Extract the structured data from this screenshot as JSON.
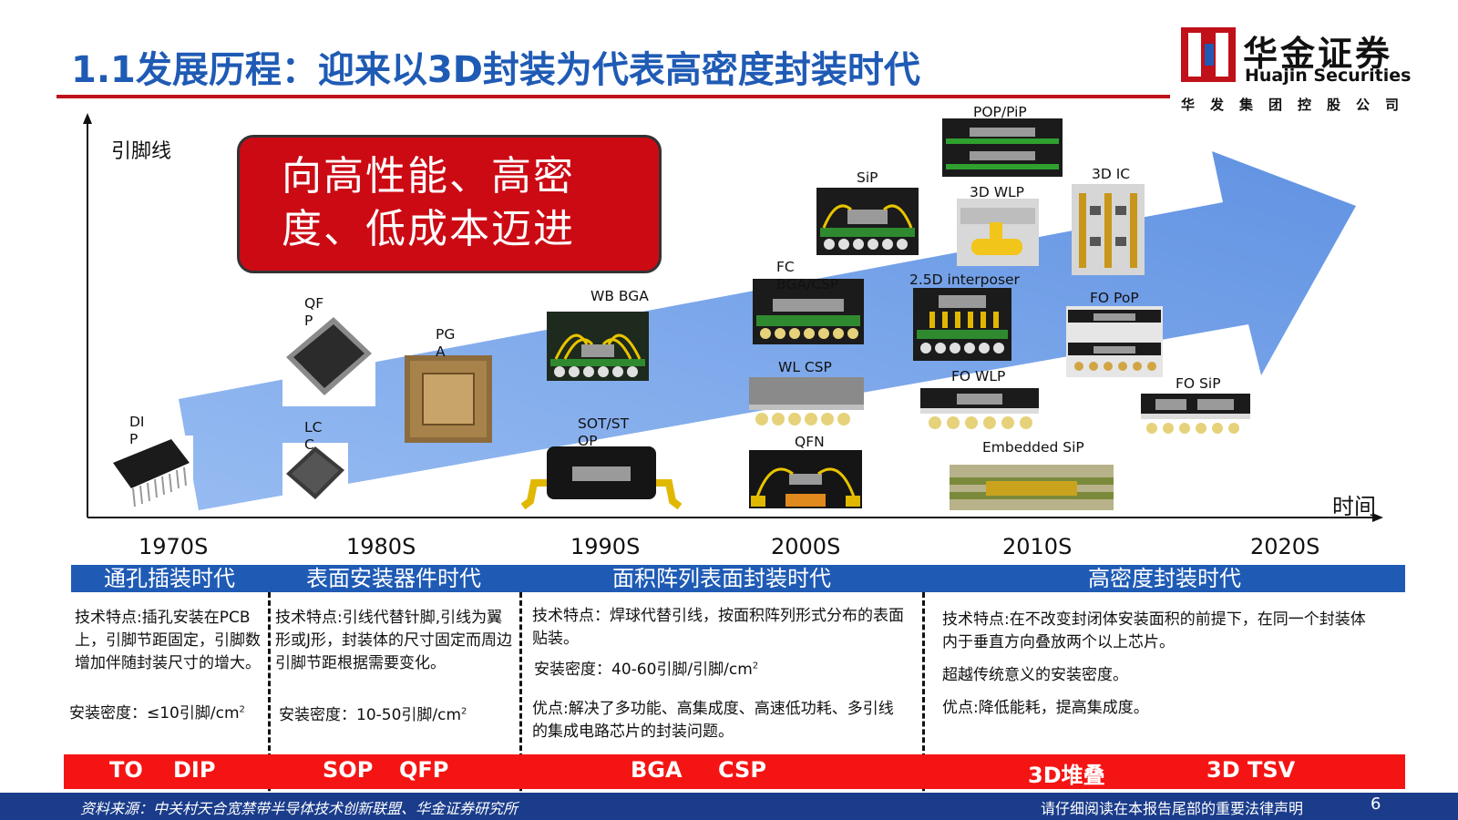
{
  "header": {
    "title": "1.1发展历程：迎来以3D封装为代表高密度封装时代",
    "logo_cn": "华金证券",
    "logo_en": "Huajin Securities",
    "logo_sub": "华发集团控股公司"
  },
  "axes": {
    "y_label": "引脚线",
    "x_label": "时间",
    "decades": [
      "1970S",
      "1980S",
      "1990S",
      "2000S",
      "2010S",
      "2020S"
    ]
  },
  "callout": {
    "line1": "向高性能、高密",
    "line2": "度、低成本迈进"
  },
  "packages": {
    "dip": "DI\nP",
    "qfp": "QF\nP",
    "lcc": "LC\nC",
    "pga": "PG\nA",
    "wb_bga": "WB BGA",
    "sot": "SOT/ST\nOP",
    "fc_bga": "FC\nBGA/CSP",
    "wl_csp": "WL CSP",
    "qfn": "QFN",
    "sip": "SiP",
    "pop_pip": "POP/PiP",
    "wlp_3d": "3D WLP",
    "ic_3d": "3D IC",
    "interposer": "2.5D interposer",
    "fo_pop": "FO PoP",
    "fo_wlp": "FO WLP",
    "fo_sip": "FO SiP",
    "embedded_sip": "Embedded SiP"
  },
  "eras": [
    {
      "name": "通孔插装时代",
      "feature": "技术特点:插孔安装在PCB上，引脚节距固定，引脚数增加伴随封装尺寸的增大。",
      "density": "安装密度：≤10引脚/cm",
      "tech": [
        "TO",
        "DIP"
      ]
    },
    {
      "name": "表面安装器件时代",
      "feature": "技术特点:引线代替针脚,引线为翼形或J形，封装体的尺寸固定而周边引脚节距根据需要变化。",
      "density": "安装密度：10-50引脚/cm",
      "tech": [
        "SOP",
        "QFP"
      ]
    },
    {
      "name": "面积阵列表面封装时代",
      "feature": "技术特点：焊球代替引线，按面积阵列形式分布的表面贴装。",
      "density": "安装密度：40-60引脚/引脚/cm",
      "advantage": "优点:解决了多功能、高集成度、高速低功耗、多引线的集成电路芯片的封装问题。",
      "tech": [
        "BGA",
        "CSP"
      ]
    },
    {
      "name": "高密度封装时代",
      "feature": "技术特点:在不改变封闭体安装面积的前提下，在同一个封装体内于垂直方向叠放两个以上芯片。",
      "density": "超越传统意义的安装密度。",
      "advantage": "优点:降低能耗，提高集成度。",
      "tech": [
        "3D堆叠",
        "3D TSV"
      ]
    }
  ],
  "density_unit_sup": "2",
  "footer": {
    "source": "资料来源：中关村天合宽禁带半导体技术创新联盟、华金证券研究所",
    "disclaimer": "请仔细阅读在本报告尾部的重要法律声明",
    "page": "6"
  },
  "colors": {
    "title_blue": "#1f5bb5",
    "brand_red": "#c0101a",
    "arrow_blue": "#6a9be6",
    "era_bar": "#1f5bb5",
    "tech_bar": "#f51414",
    "footer": "#1a3c8a"
  }
}
